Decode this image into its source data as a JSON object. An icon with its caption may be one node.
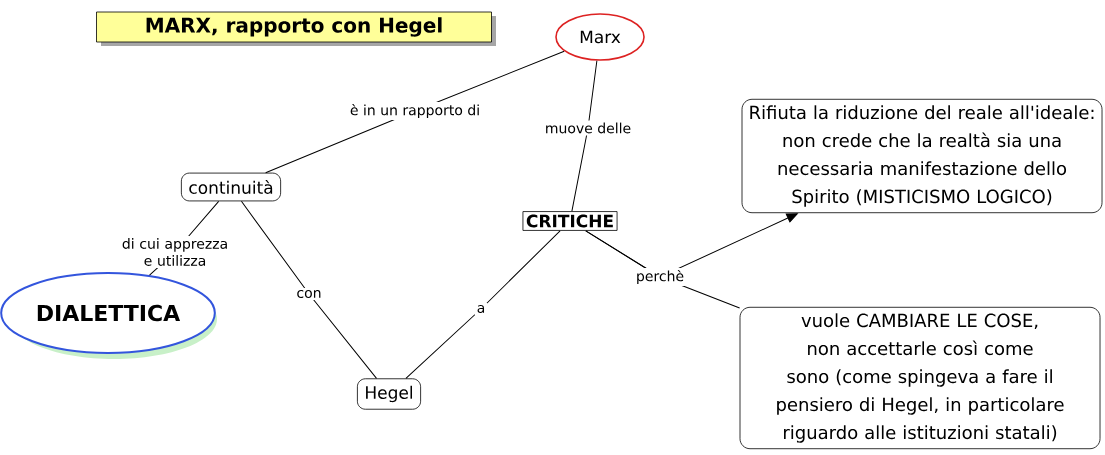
{
  "diagram": {
    "title": "MARX, rapporto con Hegel",
    "nodes": [
      {
        "text": [
          "Marx"
        ]
      },
      {
        "text": [
          "continuità"
        ]
      },
      {
        "text": [
          "CRITICHE"
        ]
      },
      {
        "text": [
          "DIALETTICA"
        ]
      },
      {
        "text": [
          "Hegel"
        ]
      },
      {
        "text": [
          "Rifiuta la riduzione del reale all'ideale: non crede che la realtà sia una necessaria manifestazione dello Spirito (MISTICISMO LOGICO)"
        ]
      },
      {
        "text": [
          "vuole CAMBIARE LE COSE, non accettarle così come sono (come spingeva a fare il pensiero di Hegel, in particolare riguardo alle istituzioni statali)"
        ]
      }
    ],
    "edges": [
      {
        "from": 0,
        "to": 1,
        "arrow": "none",
        "label": "è in un rapporto di"
      },
      {
        "from": 0,
        "to": 2,
        "arrow": "none",
        "label": "muove delle"
      },
      {
        "from": 1,
        "to": 3,
        "arrow": "none",
        "label": "di cui apprezza e utilizza"
      },
      {
        "from": 1,
        "to": 4,
        "arrow": "none",
        "label": "con"
      },
      {
        "from": 2,
        "to": 4,
        "arrow": "none",
        "label": "a"
      },
      {
        "from": 2,
        "to": 5,
        "arrow": "to",
        "label": "perchè"
      },
      {
        "from": 2,
        "to": 6,
        "arrow": "none"
      }
    ]
  }
}
